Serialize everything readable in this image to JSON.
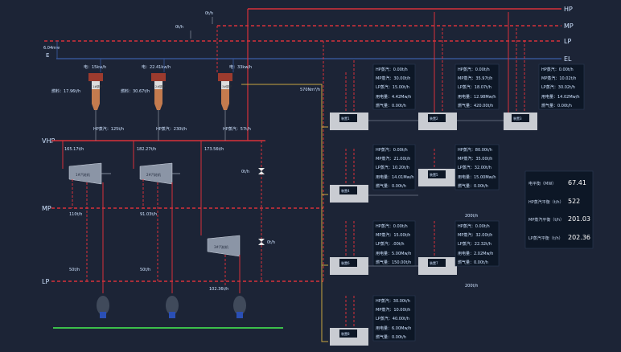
{
  "buses": {
    "hp": "HP",
    "mp": "MP",
    "lp": "LP",
    "el": "EL",
    "vhp": "VHP",
    "mp_left": "MP",
    "lp_left": "LP"
  },
  "top_flows": {
    "flow_a": "0t/h",
    "flow_b": "0t/h",
    "el_value": "6.04mw",
    "el_short": "E"
  },
  "boilers": [
    {
      "name": "1#锅炉",
      "power": "电：15kw/h",
      "fuel": "燃料：17.96t/h",
      "hp_steam": "HP蒸汽：125t/h"
    },
    {
      "name": "2#锅炉",
      "power": "电：22.41kw/h",
      "fuel": "燃料：30.67t/h",
      "hp_steam": "HP蒸汽：230t/h"
    },
    {
      "name": "3#锅炉",
      "power": "电：33kw/h",
      "fuel": "",
      "hp_steam": "HP蒸汽：57t/h"
    }
  ],
  "turbines": [
    {
      "name": "1#汽轮机",
      "in_flow": "165.17t/h",
      "mp_out": "110t/h",
      "lp_out": "50t/h"
    },
    {
      "name": "2#汽轮机",
      "in_flow": "182.27t/h",
      "mp_out": "91.03t/h",
      "lp_out": "50t/h"
    },
    {
      "name": "3#汽轮机",
      "in_flow": "173.56t/h",
      "lp_out": "102.36t/h"
    }
  ],
  "misc_flows": {
    "gas_flow": "570Nm³/h",
    "valve_a": "0t/h",
    "valve_b": "0t/h"
  },
  "units": [
    {
      "name": "装置1",
      "hp": "HP蒸汽：0.00t/h",
      "mp": "MP蒸汽：30.00t/h",
      "lp": "LP蒸汽：15.00t/h",
      "power": "用电量：4.42Mw/h",
      "gas": "燃气量：0.00t/h"
    },
    {
      "name": "装置2",
      "hp": "HP蒸汽：0.00t/h",
      "mp": "MP蒸汽：35.97t/h",
      "lp": "LP蒸汽：18.07t/h",
      "power": "用电量：12.98Mw/h",
      "gas": "燃气量：420.00t/h"
    },
    {
      "name": "装置3",
      "hp": "HP蒸汽：0.00t/h",
      "mp": "MP蒸汽：10.02t/h",
      "lp": "LP蒸汽：30.02t/h",
      "power": "用电量：14.02Mw/h",
      "gas": "燃气量：0.00t/h"
    },
    {
      "name": "装置4",
      "hp": "HP蒸汽：0.00t/h",
      "mp": "MP蒸汽：21.00t/h",
      "lp": "LP蒸汽：10.20t/h",
      "power": "用电量：14.01Mw/h",
      "gas": "燃气量：0.00t/h"
    },
    {
      "name": "装置5",
      "hp": "HP蒸汽：80.00t/h",
      "mp": "MP蒸汽：35.00t/h",
      "lp": "LP蒸汽：32.00t/h",
      "power": "用电量：15.00Mw/h",
      "gas": "燃气量：0.00t/h"
    },
    {
      "name": "装置6",
      "hp": "HP蒸汽：0.00t/h",
      "mp": "MP蒸汽：15.00t/h",
      "lp": "LP蒸汽：.00t/h",
      "power": "用电量：5.00Mw/h",
      "gas": "燃气量：150.00t/h"
    },
    {
      "name": "装置7",
      "hp": "HP蒸汽：0.00t/h",
      "mp": "MP蒸汽：32.00t/h",
      "lp": "LP蒸汽：22.32t/h",
      "power": "用电量：2.02Mw/h",
      "gas": "燃气量：0.00t/h"
    },
    {
      "name": "装置8",
      "hp": "HP蒸汽：30.00t/h",
      "mp": "MP蒸汽：10.00t/h",
      "lp": "LP蒸汽：40.00t/h",
      "power": "用电量：6.00Mw/h",
      "gas": "燃气量：0.00t/h"
    }
  ],
  "link_flows": {
    "row2": "200t/h",
    "row3": "200t/h"
  },
  "balance": {
    "items": [
      {
        "label": "电平衡（MW）",
        "value": "67.41"
      },
      {
        "label": "HP蒸汽平衡（t/h）",
        "value": "522"
      },
      {
        "label": "MP蒸汽平衡（t/h）",
        "value": "201.03"
      },
      {
        "label": "LP蒸汽平衡（t/h）",
        "value": "202.36"
      }
    ]
  },
  "colors": {
    "hp": "#d8313a",
    "mp": "#c8363f",
    "el": "#3b5ea8",
    "ground": "#3cbf4a",
    "gas": "#c9a640",
    "grey": "#9aa4b3"
  }
}
